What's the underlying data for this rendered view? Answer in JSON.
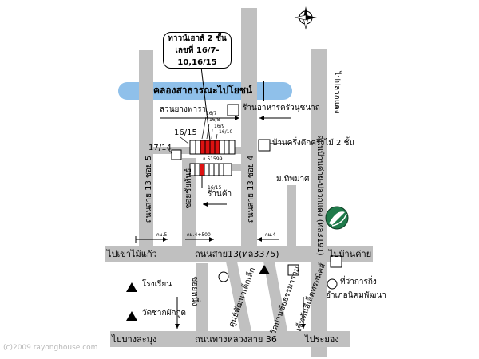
{
  "canal": {
    "name": "คลองสาธารณะไปโยชน์"
  },
  "callout": {
    "line1": "ทาวน์เฮาส์ 2 ชั้น",
    "line2": "เลขที่ 16/7-10,16/15"
  },
  "roads": {
    "soi13_5": "ถนนสาย 13 ซอย 5",
    "soi13_4": "ถนนสาย 13 ซอย 4",
    "chaiyaphan": "ซอยชัยพันธ์",
    "ban_khai": "ถนนบ้านค่าย-ปลวกแดง (ทล3191)",
    "to_pluak_daeng": "ไปปลวกแดง",
    "main_road": "ถนนสาย13(ทล3375)",
    "to_khao_mai_kaew": "ไปเขาไม้แก้ว",
    "to_ban_khai": "ไปบ้านค่าย",
    "soi_nueng": "ซอยหนึ่ง",
    "hwy36": "ถนนทางหลวงสาย 36",
    "to_bang_lamung": "ไปบางละมุง",
    "to_rayong": "ไประยอง"
  },
  "places": {
    "suan_yang": "สวนยางพารา",
    "restaurant": "ร้านอาหารครัวนุชนาถ",
    "wood_house": "บ้านครึ่งตึกครึ่งไม้ 2 ชั้น",
    "mathipmat": "ม.ทิพมาศ",
    "shop": "ร้านค้า",
    "school": "โรงเรียน",
    "wat": "วัดชากผักกูด",
    "health": "ศูนย์พัฒนาเด็กเล็ก",
    "wat_chak": "วัดปานซัยธรรมาราม",
    "elec": "เซ็ทตันอีเล็คทรอนิคส์",
    "district": "ที่ว่าการกิ่ง อำเภอนิคมพัฒนา"
  },
  "house_nums": {
    "n16_7": "16/7",
    "n16_8": "16/8",
    "n16_9": "16/9",
    "n16_10": "16/10",
    "n16_15_top": "16/15",
    "n16_15_bot": "16/15",
    "n17_14": "17/14",
    "plate": "จ.51599"
  },
  "km": {
    "km5": "กม.5",
    "km4_500": "กม.4+500",
    "km4": "กม.4"
  },
  "watermark": "(c)2009 rayonghouse.com",
  "colors": {
    "road": "#c0c0c0",
    "canal": "#8fc0ea",
    "target": "#dd1111",
    "logo": "#1f7a4a"
  }
}
